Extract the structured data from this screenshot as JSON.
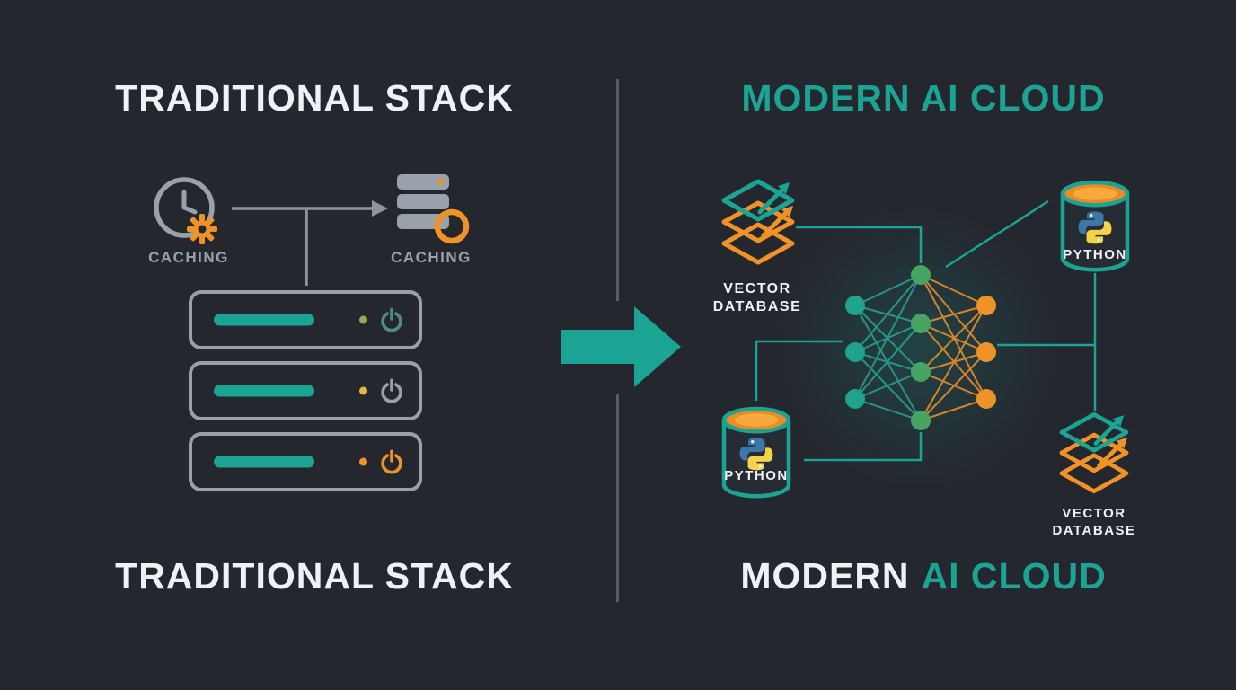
{
  "meta": {
    "type": "comparison-diagram"
  },
  "colors": {
    "bg": "#24272e",
    "teal": "#1ba394",
    "orange": "#ef9329",
    "gray": "#99a1ab",
    "gray_dark": "#585e66",
    "white": "#eef1f5",
    "node_green": "#47a462",
    "olive": "#97a84e",
    "yellow": "#dcb93f",
    "py_blue": "#3b77a8",
    "py_yellow": "#f5d348"
  },
  "left_panel": {
    "title_top": "TRADITIONAL STACK",
    "title_bottom": "TRADITIONAL STACK",
    "caching_label_1": "CACHING",
    "caching_label_2": "CACHING"
  },
  "right_panel": {
    "title_top": "MODERN AI CLOUD",
    "title_bottom_part1": "MODERN",
    "title_bottom_part2": "AI CLOUD",
    "vector_db_top_line1": "VECTOR",
    "vector_db_top_line2": "DATABASE",
    "python_top_label": "PYTHON",
    "python_bottom_label": "PYTHON",
    "vector_db_bottom_line1": "VECTOR",
    "vector_db_bottom_line2": "DATABASE"
  },
  "icons": [
    "clock-icon",
    "gear-icon",
    "cache-server-icon",
    "server-rack-icon",
    "power-icon",
    "divider-line",
    "transform-arrow-icon",
    "vector-database-icon",
    "neural-network-icon",
    "python-database-icon"
  ]
}
